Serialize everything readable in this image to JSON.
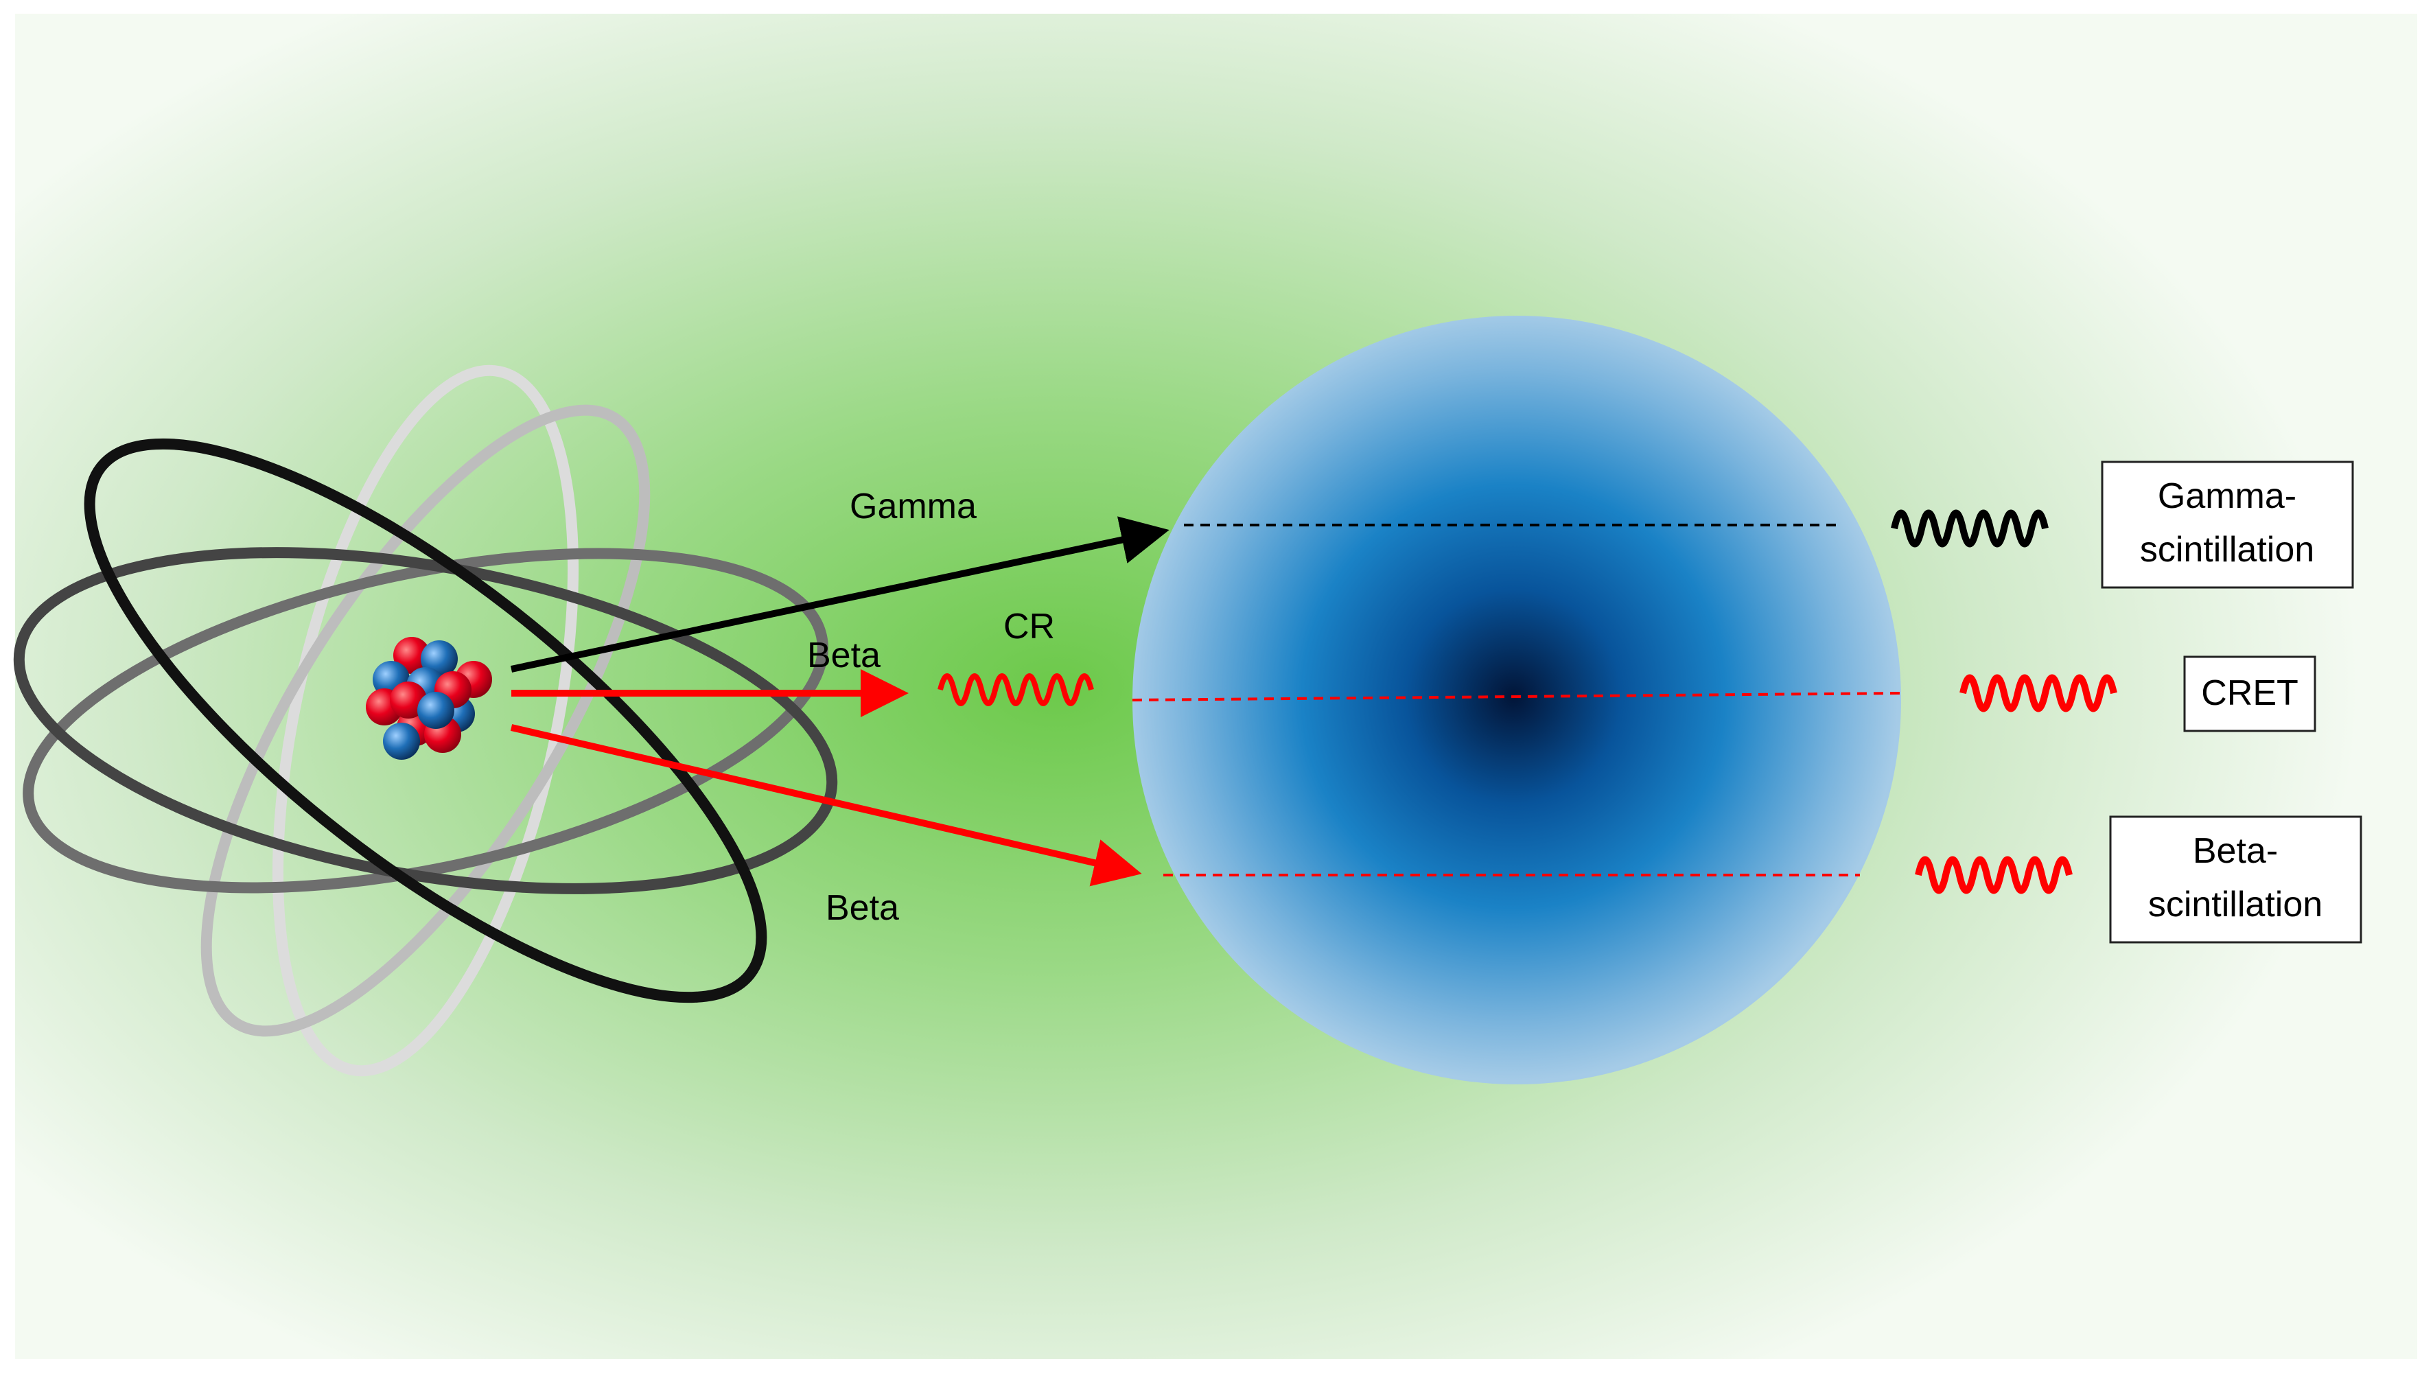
{
  "labels": {
    "gamma": "Gamma",
    "beta_upper": "Beta",
    "beta_lower": "Beta",
    "cr": "CR"
  },
  "outputs": {
    "gamma_line1": "Gamma-",
    "gamma_line2": "scintillation",
    "cret": "CRET",
    "beta_line1": "Beta-",
    "beta_line2": "scintillation"
  },
  "colors": {
    "background_center": "#7dcf5a",
    "background_edge": "#ffffff",
    "sphere_center": "#02193f",
    "sphere_mid": "#0b6fb5",
    "sphere_edge": "#a9cde8",
    "gamma_ray": "#000000",
    "beta_ray": "#ff0000",
    "proton": "#e8001c",
    "neutron": "#1f6fb8"
  },
  "icons": {
    "atom": "atom-icon",
    "wave": "wave-icon"
  }
}
